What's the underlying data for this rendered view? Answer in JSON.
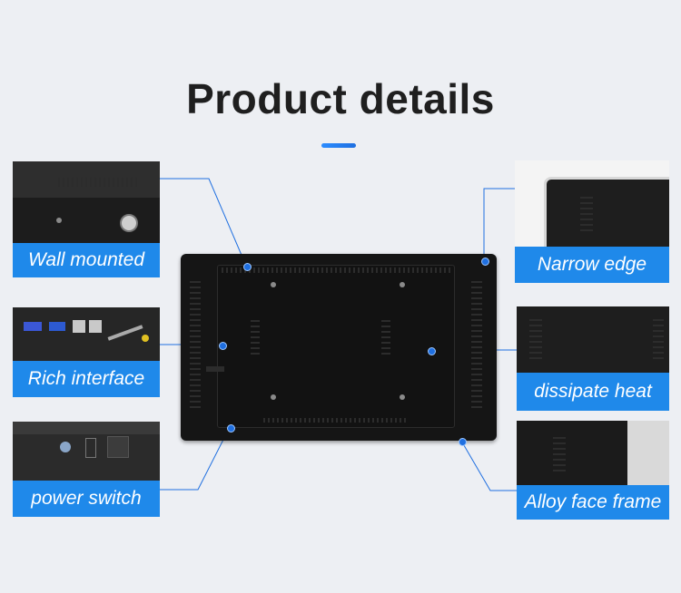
{
  "page": {
    "title": "Product details"
  },
  "features": {
    "wall_mounted": "Wall mounted",
    "rich_interface": "Rich interface",
    "power_switch": "power switch",
    "narrow_edge": "Narrow edge",
    "dissipate_heat": "dissipate heat",
    "alloy_face_frame": "Alloy face frame"
  },
  "colors": {
    "accent": "#1f89ea",
    "background": "#edeff3",
    "title": "#1f1f1f",
    "monitor": "#151515"
  }
}
